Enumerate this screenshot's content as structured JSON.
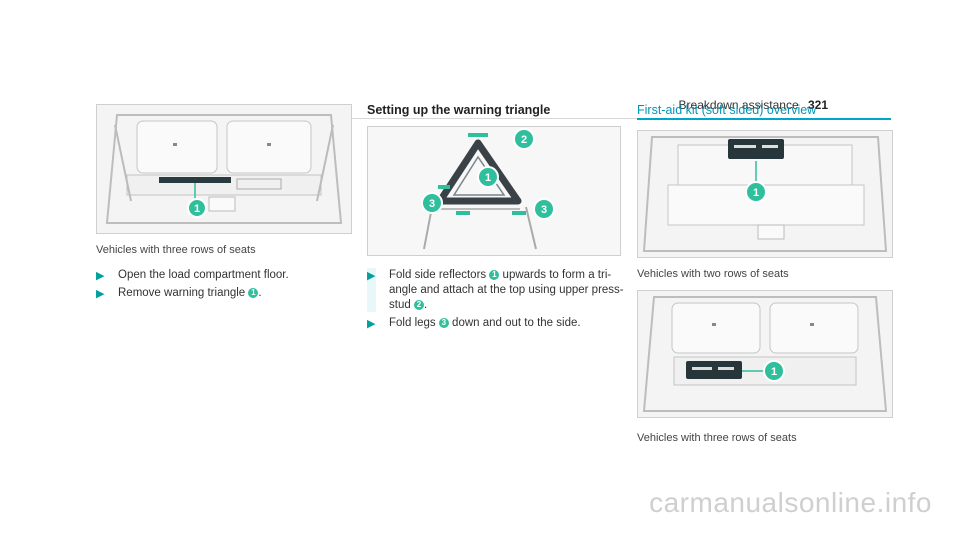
{
  "header": {
    "section": "Breakdown assistance",
    "page_number": "321"
  },
  "col1": {
    "caption": "Vehicles with three rows of seats",
    "steps": [
      {
        "text": "Open the load compartment floor."
      },
      {
        "text": "Remove warning triangle ",
        "ref": "1",
        "after": "."
      }
    ]
  },
  "col2": {
    "title": "Setting up the warning triangle",
    "steps": [
      {
        "line1_a": "Fold side reflectors ",
        "ref": "1",
        "line1_b": " upwards to form a tri-",
        "line2": "angle and attach at the top using upper press-",
        "line3_a": "stud ",
        "ref2": "2",
        "line3_b": "."
      },
      {
        "text_a": "Fold legs ",
        "ref": "3",
        "text_b": " down and out to the side."
      }
    ]
  },
  "col3": {
    "title": "First-aid kit (soft sided) overview",
    "caption1": "Vehicles with two rows of seats",
    "caption2": "Vehicles with three rows of seats"
  },
  "figure_callouts": {
    "one": "1",
    "two": "2",
    "three": "3"
  },
  "watermark": "carmanualsonline.info",
  "colors": {
    "accent": "#00a19b",
    "callout": "#2fbf9c",
    "title_teal": "#0095b6"
  }
}
